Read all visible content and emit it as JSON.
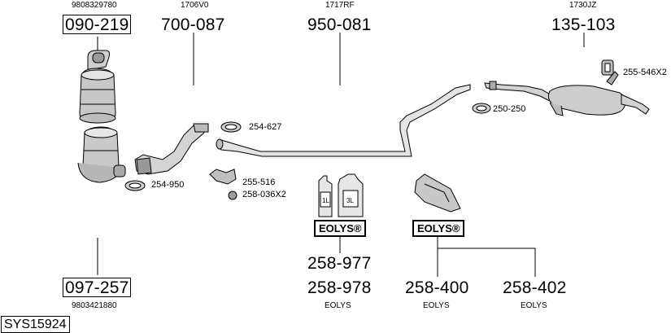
{
  "header_codes": {
    "c1": "9808329780",
    "c2": "1706V0",
    "c3": "1717RF",
    "c4": "1730JZ"
  },
  "parts": {
    "p090_219": "090-219",
    "p700_087": "700-087",
    "p950_081": "950-081",
    "p135_103": "135-103",
    "p097_257": "097-257",
    "p258_977": "258-977",
    "p258_978": "258-978",
    "p258_400": "258-400",
    "p258_402": "258-402"
  },
  "callouts": {
    "c254_627": "254-627",
    "c254_950": "254-950",
    "c255_516": "255-516",
    "c258_036": "258-036X2",
    "c250_250": "250-250",
    "c255_546": "255-546X2"
  },
  "footer_codes": {
    "f1": "9803421880",
    "eolys1": "EOLYS",
    "eolys2": "EOLYS",
    "eolys3": "EOLYS"
  },
  "eolys_labels": {
    "e1": "EOLYS®",
    "e2": "EOLYS®"
  },
  "bottle_labels": {
    "b1": "1L",
    "b2": "3L"
  },
  "system_id": "SYS15924"
}
